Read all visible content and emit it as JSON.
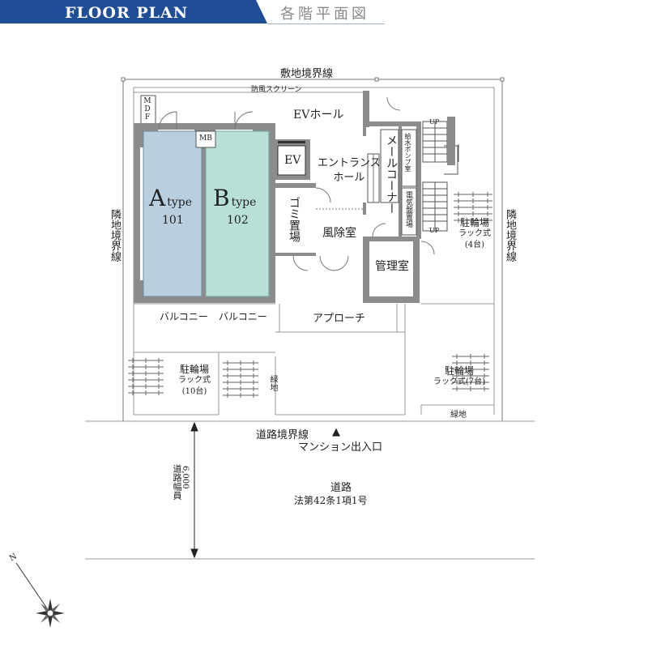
{
  "header": {
    "title": "FLOOR PLAN",
    "subtitle": "各階平面図",
    "accent_color": "#1f4e96"
  },
  "plan": {
    "site_boundary_top": "敷地境界線",
    "neighbor_boundary_left": "隣地境界線",
    "neighbor_boundary_right": "隣地境界線",
    "windscreen": "防風スクリーン",
    "mdf": "MDF",
    "mb": "MB",
    "ev_hall": "EVホール",
    "ev": "EV",
    "entrance_hall_line1": "エントランス",
    "entrance_hall_line2": "ホール",
    "mail_corner": "メールコーナー",
    "pump_room": "給水ポンプ室",
    "electric_room": "電気盤置場",
    "garbage": "ゴミ置場",
    "windbreak_room": "風除室",
    "management_room": "管理室",
    "approach": "アプローチ",
    "balcony_a": "バルコニー",
    "balcony_b": "バルコニー",
    "up_1": "UP",
    "up_2": "UP",
    "units": [
      {
        "type_letter": "A",
        "type_word": "type",
        "number": "101",
        "color": "#b9cfe0"
      },
      {
        "type_letter": "B",
        "type_word": "type",
        "number": "102",
        "color": "#b9e0d8"
      }
    ],
    "bike_right": {
      "name": "駐輪場",
      "rack": "ラック式",
      "count": "(4台)"
    },
    "bike_bottom_left": {
      "name": "駐輪場",
      "rack": "ラック式",
      "count": "(10台)"
    },
    "bike_bottom_right": {
      "name": "駐輪場",
      "rack": "ラック式(7台)"
    },
    "green_left": "緑地",
    "green_right": "緑地",
    "road_boundary": "道路境界線",
    "entrance_mark": "▲",
    "mansion_entrance": "マンション出入口",
    "road": "道路",
    "road_law": "法第42条1項1号",
    "road_width_label": "道路幅員",
    "road_width_value": "6,000",
    "north": "N"
  }
}
